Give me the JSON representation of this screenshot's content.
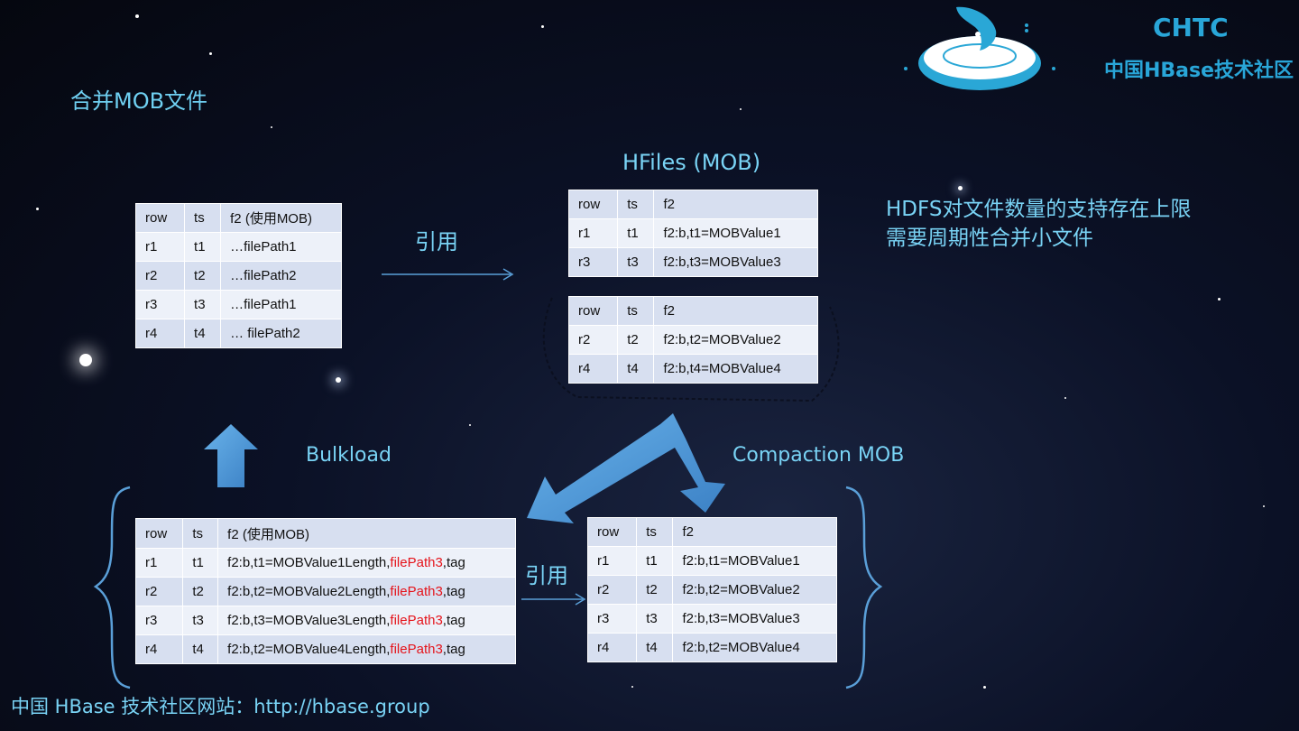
{
  "title": "合并MOB文件",
  "brand": {
    "name": "CHTC",
    "subtitle": "中国HBase技术社区"
  },
  "note": {
    "line1": "HDFS对文件数量的支持存在上限",
    "line2": "需要周期性合并小文件"
  },
  "labels": {
    "hfiles": "HFiles (MOB)",
    "ref_top": "引用",
    "ref_bottom": "引用",
    "bulkload": "Bulkload",
    "compaction": "Compaction MOB"
  },
  "footer": "中国 HBase 技术社区网站：http://hbase.group",
  "table_top_left": {
    "headers": [
      "row",
      "ts",
      "f2 (使用MOB)"
    ],
    "rows": [
      [
        "r1",
        "t1",
        "…filePath1"
      ],
      [
        "r2",
        "t2",
        "…filePath2"
      ],
      [
        "r3",
        "t3",
        "…filePath1"
      ],
      [
        "r4",
        "t4",
        "… filePath2"
      ]
    ]
  },
  "table_hfile_1": {
    "headers": [
      "row",
      "ts",
      "f2"
    ],
    "rows": [
      [
        "r1",
        "t1",
        "f2:b,t1=MOBValue1"
      ],
      [
        "r3",
        "t3",
        "f2:b,t3=MOBValue3"
      ]
    ]
  },
  "table_hfile_2": {
    "headers": [
      "row",
      "ts",
      "f2"
    ],
    "rows": [
      [
        "r2",
        "t2",
        "f2:b,t2=MOBValue2"
      ],
      [
        "r4",
        "t4",
        "f2:b,t4=MOBValue4"
      ]
    ]
  },
  "table_bottom_left": {
    "headers": [
      "row",
      "ts",
      "f2 (使用MOB)"
    ],
    "rows": [
      [
        "r1",
        "t1",
        "f2:b,t1=MOBValue1Length,",
        "filePath3",
        ",tag"
      ],
      [
        "r2",
        "t2",
        "f2:b,t2=MOBValue2Length,",
        "filePath3",
        ",tag"
      ],
      [
        "r3",
        "t3",
        "f2:b,t3=MOBValue3Length,",
        "filePath3",
        ",tag"
      ],
      [
        "r4",
        "t4",
        "f2:b,t2=MOBValue4Length,",
        "filePath3",
        ",tag"
      ]
    ]
  },
  "table_bottom_right": {
    "headers": [
      "row",
      "ts",
      "f2"
    ],
    "rows": [
      [
        "r1",
        "t1",
        "f2:b,t1=MOBValue1"
      ],
      [
        "r2",
        "t2",
        "f2:b,t2=MOBValue2"
      ],
      [
        "r3",
        "t3",
        "f2:b,t3=MOBValue3"
      ],
      [
        "r4",
        "t4",
        "f2:b,t2=MOBValue4"
      ]
    ]
  },
  "colors": {
    "accent": "#79d3f5",
    "brand": "#29a6d8",
    "highlight": "#e5141b",
    "arrow": "#4f9ad8"
  },
  "icons": {
    "logo": "whale-logo-icon"
  }
}
